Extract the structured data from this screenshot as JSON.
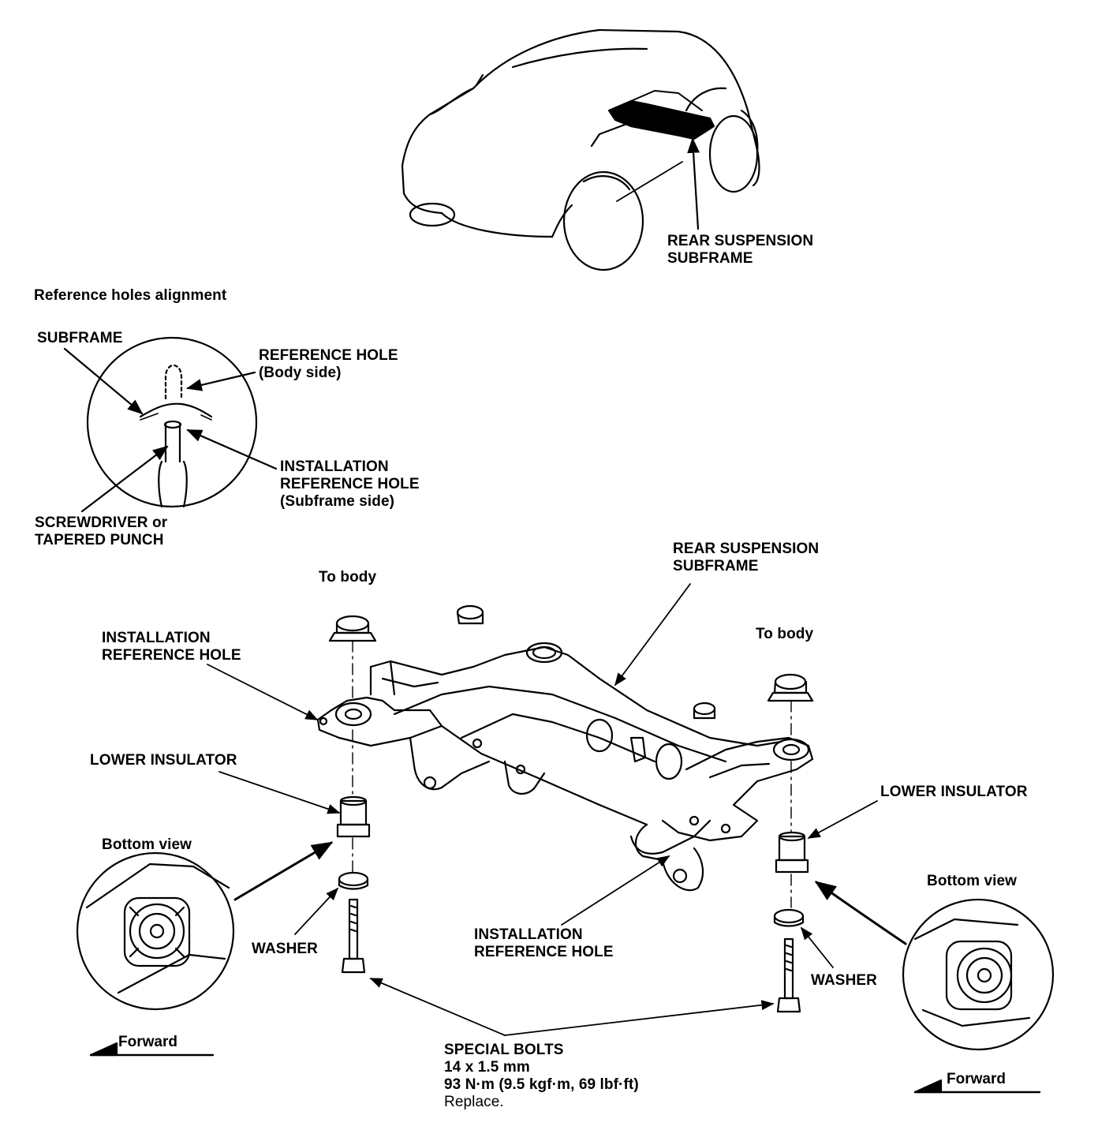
{
  "labels": {
    "rear_suspension_subframe_top": [
      "REAR SUSPENSION",
      "SUBFRAME"
    ],
    "reference_holes_alignment": "Reference holes alignment",
    "subframe": "SUBFRAME",
    "reference_hole_body": [
      "REFERENCE HOLE",
      "(Body side)"
    ],
    "installation_reference_hole_subframe": [
      "INSTALLATION",
      "REFERENCE HOLE",
      "(Subframe side)"
    ],
    "screwdriver": [
      "SCREWDRIVER or",
      "TAPERED PUNCH"
    ],
    "rear_suspension_subframe_main": [
      "REAR SUSPENSION",
      "SUBFRAME"
    ],
    "to_body_left": "To body",
    "to_body_right": "To body",
    "installation_reference_hole_left": [
      "INSTALLATION",
      "REFERENCE HOLE"
    ],
    "lower_insulator_left": "LOWER INSULATOR",
    "lower_insulator_right": "LOWER INSULATOR",
    "bottom_view_left": "Bottom view",
    "bottom_view_right": "Bottom view",
    "washer_left": "WASHER",
    "washer_right": "WASHER",
    "installation_reference_hole_center": [
      "INSTALLATION",
      "REFERENCE HOLE"
    ],
    "special_bolts": [
      "SPECIAL BOLTS",
      "14 x 1.5 mm",
      "93 N·m (9.5 kgf·m, 69 lbf·ft)",
      "Replace."
    ],
    "forward_left": "Forward",
    "forward_right": "Forward"
  },
  "icons": [
    "vehicle-outline-icon",
    "subframe-icon",
    "insulator-icon",
    "washer-icon",
    "bolt-icon",
    "forward-arrow-icon"
  ]
}
